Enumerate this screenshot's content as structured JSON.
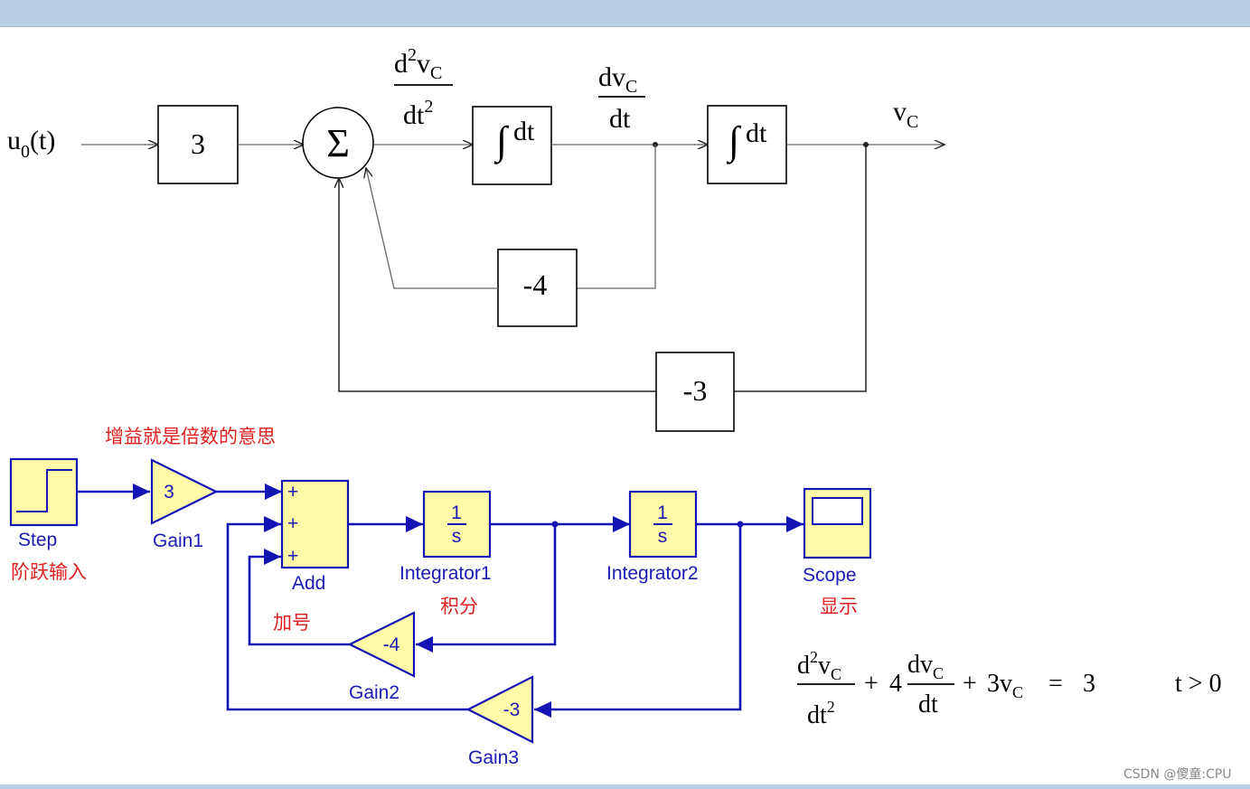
{
  "block_diagram": {
    "input_label": "u",
    "input_sub": "0",
    "input_arg": "(t)",
    "gain_block": "3",
    "sum_symbol": "Σ",
    "d2v_num_d": "d",
    "d2v_num_exp": "2",
    "v": "v",
    "c": "C",
    "dt": "dt",
    "dt_exp": "2",
    "dv_num": "dv",
    "integral_sign": "∫",
    "integrator_dt": "dt",
    "output_label": "v",
    "output_sub": "C",
    "feedback1_gain": "-4",
    "feedback2_gain": "-3"
  },
  "simulink": {
    "step_label": "Step",
    "gain1_label": "Gain1",
    "gain1_value": "3",
    "add_label": "Add",
    "add_sign": "+",
    "integrator1_label": "Integrator1",
    "integrator2_label": "Integrator2",
    "integrator_num": "1",
    "integrator_den": "s",
    "scope_label": "Scope",
    "gain2_label": "Gain2",
    "gain2_value": "-4",
    "gain3_label": "Gain3",
    "gain3_value": "-3"
  },
  "annotations": {
    "gain_note": "增益就是倍数的意思",
    "step_note": "阶跃输入",
    "add_note": "加号",
    "integrator_note": "积分",
    "scope_note": "显示"
  },
  "equation": {
    "d": "d",
    "exp2": "2",
    "v": "v",
    "c": "C",
    "dt": "dt",
    "plus": "+",
    "coef4": "4",
    "dv": "dv",
    "coef3": "3",
    "eq": "=",
    "rhs": "3",
    "condition": "t > 0"
  },
  "watermark": "CSDN @傻童:CPU",
  "colors": {
    "simulink_line": "#1414b4",
    "simulink_block": "#fff9a8",
    "annotation": "#e02020",
    "title_bar": "#b9cfe6"
  }
}
